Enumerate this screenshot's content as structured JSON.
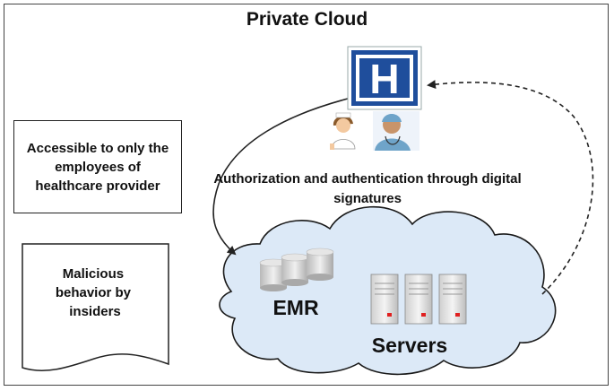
{
  "title": "Private Cloud",
  "access_box": "Accessible to only the employees of healthcare provider",
  "malicious_box": "Malicious behavior by insiders",
  "auth_text": "Authorization and authentication through digital signatures",
  "emr_label": "EMR",
  "servers_label": "Servers",
  "hospital_letter": "H",
  "colors": {
    "hospital_blue": "#1f4e9c",
    "cloud_fill": "#dce9f7",
    "cloud_stroke": "#1a1a1a",
    "server_light": "#e4e4e4",
    "server_led": "#e02020"
  }
}
